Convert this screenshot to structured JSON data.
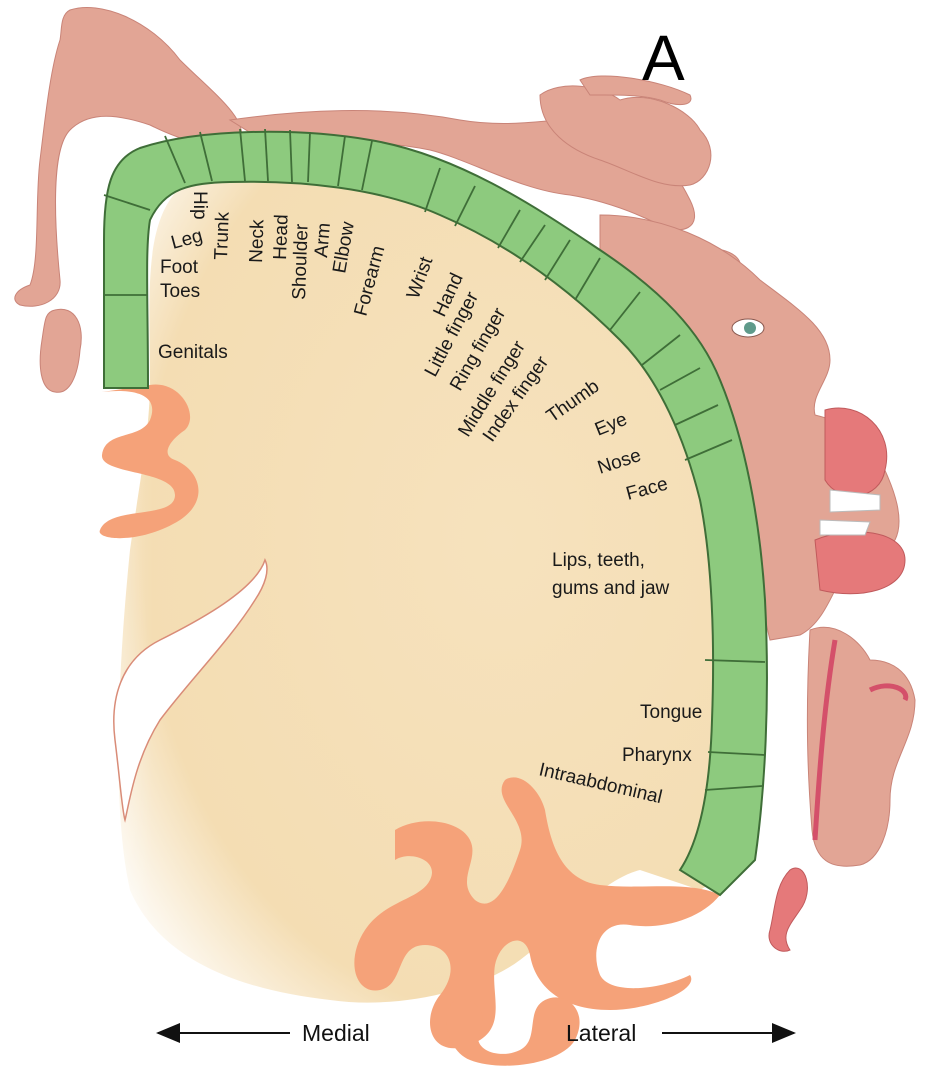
{
  "panel_label": "A",
  "colors": {
    "cortex_band": "#8dca7e",
    "band_outline": "#3f6e38",
    "brain_fill": "#f4ddb3",
    "gyri": "#f5a279",
    "homunculus_skin": "#e2a595"
  },
  "body_parts": {
    "hip": "Hip",
    "leg": "Leg",
    "trunk": "Trunk",
    "neck": "Neck",
    "head": "Head",
    "shoulder": "Shoulder",
    "arm": "Arm",
    "elbow": "Elbow",
    "forearm": "Forearm",
    "wrist": "Wrist",
    "hand": "Hand",
    "little_finger": "Little finger",
    "ring_finger": "Ring finger",
    "middle_finger": "Middle finger",
    "index_finger": "Index finger",
    "thumb": "Thumb",
    "eye": "Eye",
    "nose": "Nose",
    "face": "Face",
    "lips_line1": "Lips, teeth,",
    "lips_line2": "gums and jaw",
    "tongue": "Tongue",
    "pharynx": "Pharynx",
    "intraabdominal": "Intraabdominal",
    "foot": "Foot",
    "toes": "Toes",
    "genitals": "Genitals"
  },
  "directions": {
    "medial": "Medial",
    "lateral": "Lateral"
  }
}
